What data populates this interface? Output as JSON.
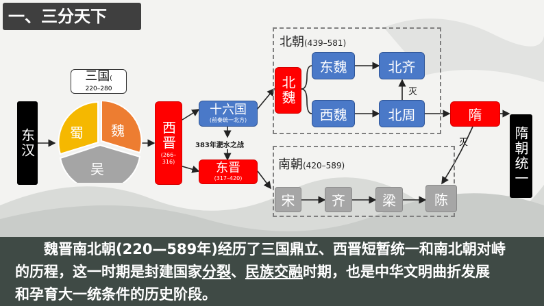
{
  "header": {
    "title": "一、三分天下"
  },
  "nodes": {
    "donghan": "东汉",
    "sanguo_title": "三国",
    "sanguo_paren": "(",
    "sanguo_years": "220–280",
    "shu": "蜀",
    "wei": "魏",
    "wu": "吴",
    "xijin": "西晋",
    "xijin_years": "(266–316)",
    "shiliuguo": "十六国",
    "shiliuguo_sub": "(前秦统一北方)",
    "feishui": "383年淝水之战",
    "dongjin": "东晋",
    "dongjin_years": "(317–420)",
    "beiwei": "北魏",
    "dongwei": "东魏",
    "beiqi": "北齐",
    "xiwei": "西魏",
    "beizhou": "北周",
    "mie1": "灭",
    "mie2": "灭",
    "sui": "隋",
    "song": "宋",
    "qi": "齐",
    "liang": "梁",
    "chen": "陈",
    "sui_unify": "隋朝统一"
  },
  "regions": {
    "beichao_label": "北朝",
    "beichao_years": "(439–581)",
    "nanchao_label": "南朝",
    "nanchao_years": "(420–589)"
  },
  "summary": {
    "p1": "魏晋南北朝(220—589年)经历了三国鼎立、西晋短暂统一和南北朝对峙",
    "p2": "的历程，这一时期是封建国家",
    "p2u1": "分裂",
    "p2s": "、",
    "p2u2": "民族交融",
    "p2e": "时期，也是中华文明曲折发展",
    "p3": "和孕育大一统条件的历史阶段。"
  },
  "colors": {
    "red": "#ff0000",
    "blue": "#4a79c8",
    "gray": "#a6a6a6",
    "shu": "#f5b800",
    "wei": "#ed7d31",
    "wu": "#a5a5a5",
    "summary_bg": "#3f4a45"
  }
}
